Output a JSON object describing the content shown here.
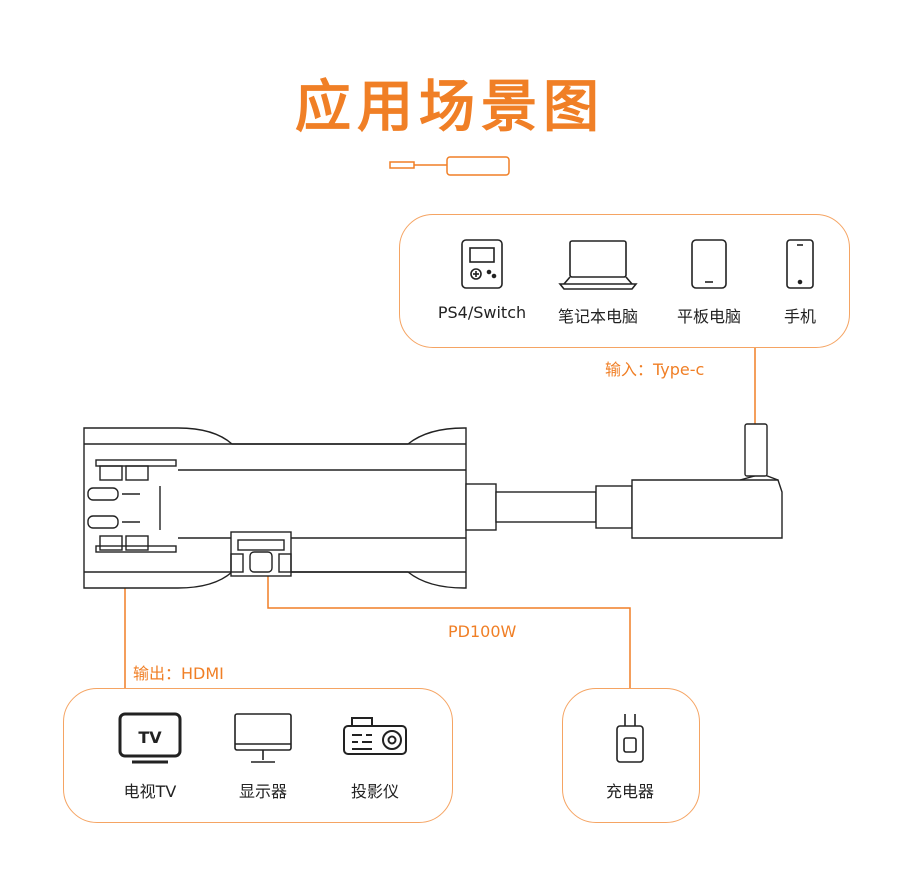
{
  "title": "应用场景图",
  "input_group": {
    "devices": [
      {
        "label": "PS4/Switch",
        "icon": "gamepad-icon"
      },
      {
        "label": "笔记本电脑",
        "icon": "laptop-icon"
      },
      {
        "label": "平板电脑",
        "icon": "tablet-icon"
      },
      {
        "label": "手机",
        "icon": "phone-icon"
      }
    ],
    "connection_label": "输入：Type-c"
  },
  "output_group": {
    "devices": [
      {
        "label": "电视TV",
        "icon": "tv-icon",
        "icon_text": "TV"
      },
      {
        "label": "显示器",
        "icon": "monitor-icon"
      },
      {
        "label": "投影仪",
        "icon": "projector-icon"
      }
    ],
    "connection_label": "输出：HDMI"
  },
  "charger_group": {
    "devices": [
      {
        "label": "充电器",
        "icon": "charger-icon"
      }
    ],
    "connection_label": "PD100W"
  },
  "colors": {
    "accent": "#f07f26",
    "box_border": "#f5a463",
    "line": "#222222"
  }
}
